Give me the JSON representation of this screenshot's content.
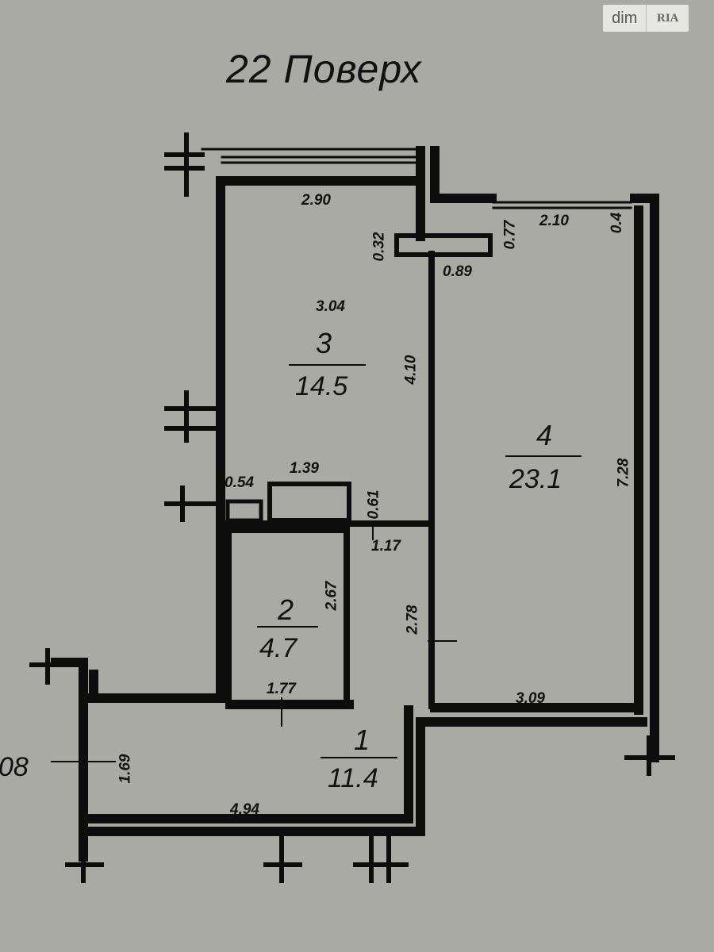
{
  "title": "22 Поверх",
  "watermark": {
    "brand_left": "dim",
    "brand_right": "RIA"
  },
  "rooms": [
    {
      "number": "1",
      "area": "11.4"
    },
    {
      "number": "2",
      "area": "4.7"
    },
    {
      "number": "3",
      "area": "14.5"
    },
    {
      "number": "4",
      "area": "23.1"
    }
  ],
  "dimensions": {
    "d290": "2.90",
    "d032": "0.32",
    "d077": "0.77",
    "d210": "2.10",
    "d04": "0.4",
    "d089": "0.89",
    "d304": "3.04",
    "d410": "4.10",
    "d728": "7.28",
    "d139": "1.39",
    "d054": "0.54",
    "d061": "0.61",
    "d117": "1.17",
    "d267": "2.67",
    "d278": "2.78",
    "d177": "1.77",
    "d309": "3.09",
    "d169": "1.69",
    "d494": "4.94",
    "d08": "08"
  }
}
